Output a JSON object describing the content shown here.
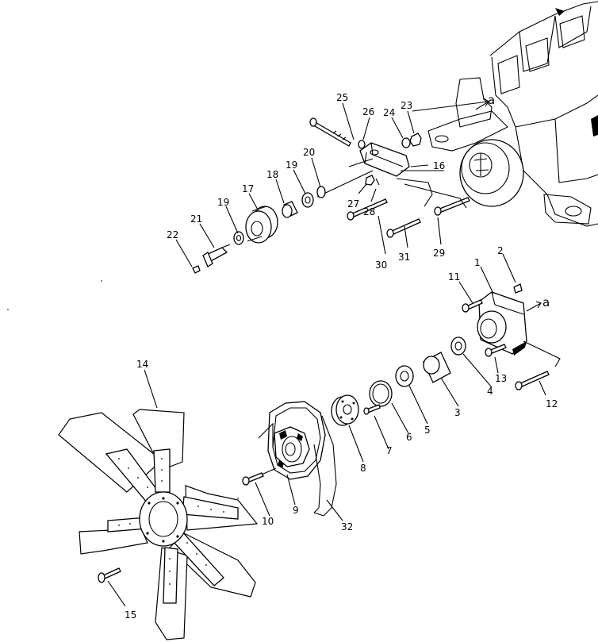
{
  "diagram": {
    "callouts": [
      {
        "id": "1",
        "label": "1"
      },
      {
        "id": "2",
        "label": "2"
      },
      {
        "id": "3",
        "label": "3"
      },
      {
        "id": "4",
        "label": "4"
      },
      {
        "id": "5",
        "label": "5"
      },
      {
        "id": "6",
        "label": "6"
      },
      {
        "id": "7",
        "label": "7"
      },
      {
        "id": "8",
        "label": "8"
      },
      {
        "id": "9",
        "label": "9"
      },
      {
        "id": "10",
        "label": "10"
      },
      {
        "id": "11",
        "label": "11"
      },
      {
        "id": "12",
        "label": "12"
      },
      {
        "id": "13",
        "label": "13"
      },
      {
        "id": "14",
        "label": "14"
      },
      {
        "id": "15",
        "label": "15"
      },
      {
        "id": "16",
        "label": "16"
      },
      {
        "id": "17",
        "label": "17"
      },
      {
        "id": "18",
        "label": "18"
      },
      {
        "id": "19a",
        "label": "19"
      },
      {
        "id": "19b",
        "label": "19"
      },
      {
        "id": "20",
        "label": "20"
      },
      {
        "id": "21",
        "label": "21"
      },
      {
        "id": "22",
        "label": "22"
      },
      {
        "id": "23",
        "label": "23"
      },
      {
        "id": "24",
        "label": "24"
      },
      {
        "id": "25",
        "label": "25"
      },
      {
        "id": "26",
        "label": "26"
      },
      {
        "id": "27",
        "label": "27"
      },
      {
        "id": "28",
        "label": "28"
      },
      {
        "id": "29",
        "label": "29"
      },
      {
        "id": "30",
        "label": "30"
      },
      {
        "id": "31",
        "label": "31"
      },
      {
        "id": "32",
        "label": "32"
      }
    ],
    "references": [
      {
        "id": "a1",
        "label": "a"
      },
      {
        "id": "a2",
        "label": "a"
      }
    ]
  }
}
